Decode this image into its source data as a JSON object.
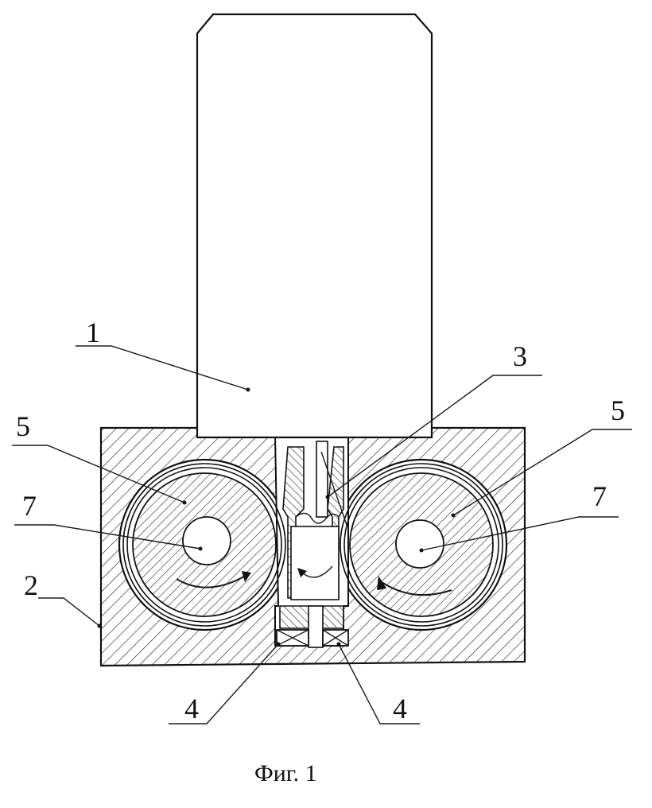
{
  "labels": {
    "n1": "1",
    "n2": "2",
    "n3": "3",
    "n4a": "4",
    "n4b": "4",
    "n5a": "5",
    "n5b": "5",
    "n7a": "7",
    "n7b": "7"
  },
  "caption": "Фиг. 1"
}
